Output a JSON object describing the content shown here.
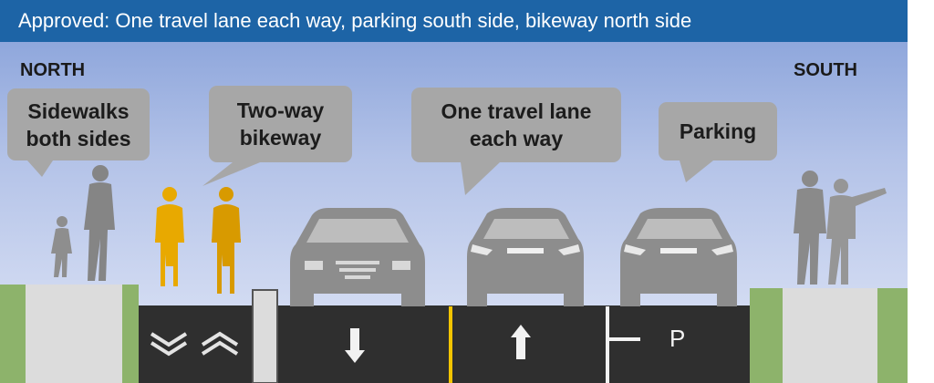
{
  "title": "Approved: One travel lane each way, parking south side, bikeway north side",
  "directions": {
    "north": "NORTH",
    "south": "SOUTH"
  },
  "callouts": {
    "sidewalks": "Sidewalks both sides",
    "bikeway": "Two-way bikeway",
    "travel_lanes": "One travel lane each way",
    "parking": "Parking"
  },
  "parking_marking": "P",
  "colors": {
    "title_bar": "#1d64a6",
    "pavement": "#2f2f2f",
    "sidewalk": "#dcdcdc",
    "grass": "#8db36b",
    "cyclist": "#e8a900",
    "centerline": "#f3c400",
    "silhouette": "#8a8a8a"
  }
}
